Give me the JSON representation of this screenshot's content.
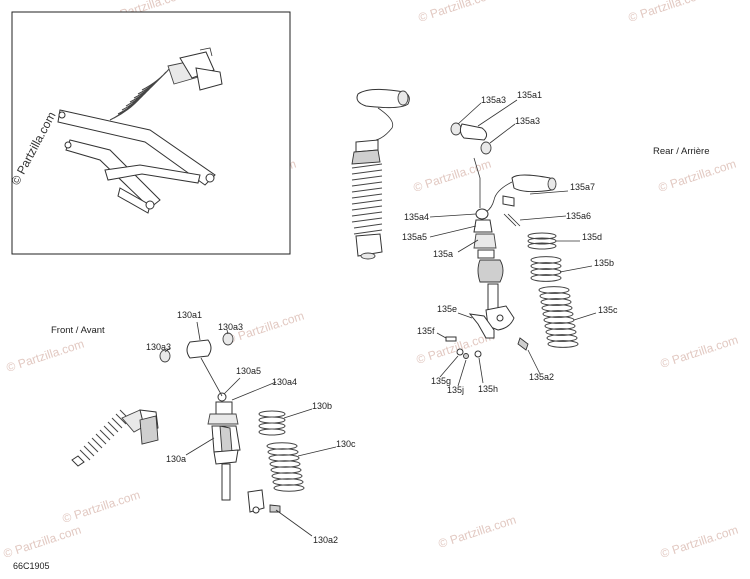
{
  "labels": {
    "front": "Front / Avant",
    "rear": "Rear / Arrière",
    "diagram_code": "66C1905",
    "watermark": "© Partzilla.com",
    "side_watermark": "© Partzilla.com"
  },
  "callouts": {
    "c130a1": "130a1",
    "c130a3_right": "130a3",
    "c130a3_left": "130a3",
    "c130a5": "130a5",
    "c130a4": "130a4",
    "c130b": "130b",
    "c130c": "130c",
    "c130a": "130a",
    "c130a2": "130a2",
    "c135a3_top": "135a3",
    "c135a1": "135a1",
    "c135a3_right": "135a3",
    "c135a7": "135a7",
    "c135a6": "135a6",
    "c135a4": "135a4",
    "c135a5": "135a5",
    "c135d": "135d",
    "c135a": "135a",
    "c135b": "135b",
    "c135e": "135e",
    "c135c": "135c",
    "c135f": "135f",
    "c135g": "135g",
    "c135j": "135j",
    "c135h": "135h",
    "c135a2": "135a2"
  },
  "colors": {
    "watermark": "#e2c9c2",
    "line": "#333333",
    "frame": "#222222"
  }
}
